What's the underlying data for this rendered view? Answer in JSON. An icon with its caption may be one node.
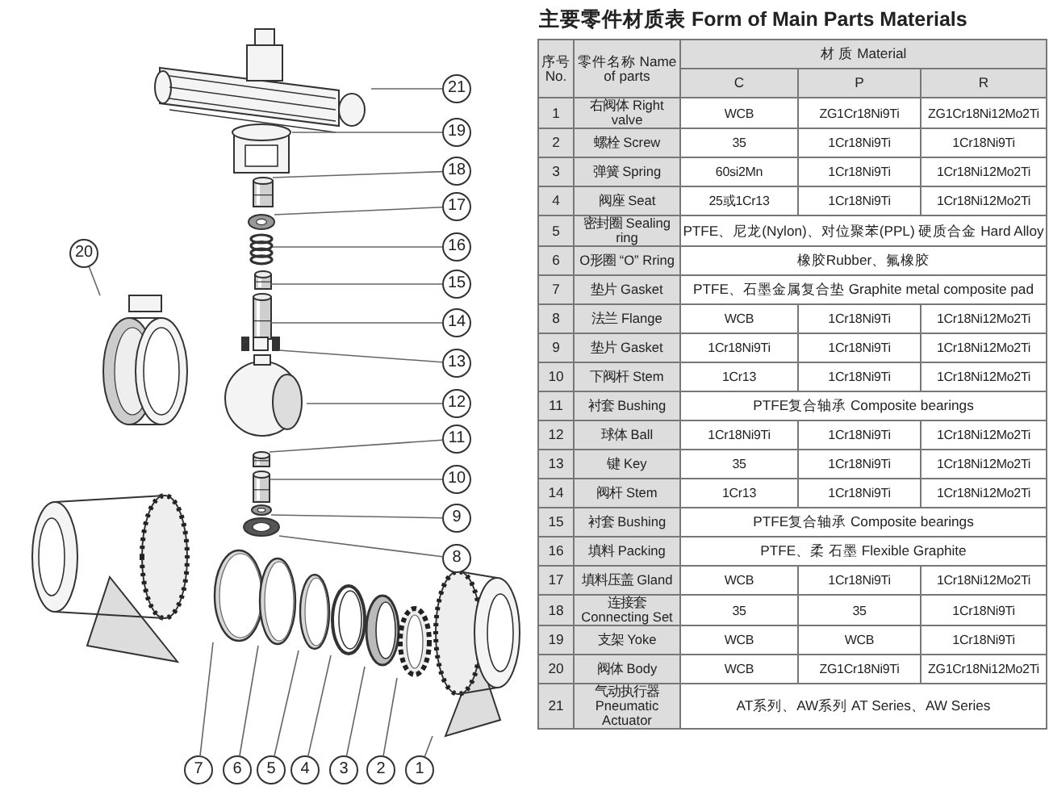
{
  "diagram": {
    "title": "主要零件材质表 Form of Main Parts Materials",
    "nodes": [
      {
        "text": [
          "21"
        ]
      },
      {
        "text": [
          "19"
        ]
      },
      {
        "text": [
          "18"
        ]
      },
      {
        "text": [
          "17"
        ]
      },
      {
        "text": [
          "16"
        ]
      },
      {
        "text": [
          "20"
        ]
      },
      {
        "text": [
          "15"
        ]
      },
      {
        "text": [
          "14"
        ]
      },
      {
        "text": [
          "13"
        ]
      },
      {
        "text": [
          "12"
        ]
      },
      {
        "text": [
          "11"
        ]
      },
      {
        "text": [
          "10"
        ]
      },
      {
        "text": [
          "9"
        ]
      },
      {
        "text": [
          "8"
        ]
      },
      {
        "text": [
          "7"
        ]
      },
      {
        "text": [
          "6"
        ]
      },
      {
        "text": [
          "5"
        ]
      },
      {
        "text": [
          "4"
        ]
      },
      {
        "text": [
          "3"
        ]
      },
      {
        "text": [
          "2"
        ]
      },
      {
        "text": [
          "1"
        ]
      },
      {
        "text": [],
        "shape": "picture"
      },
      {
        "text": [],
        "shape": "picture"
      },
      {
        "text": [],
        "shape": "picture"
      },
      {
        "text": [],
        "shape": "picture"
      },
      {
        "text": [],
        "shape": "picture"
      },
      {
        "text": [],
        "shape": "picture"
      },
      {
        "text": [],
        "shape": "picture"
      },
      {
        "text": [],
        "shape": "picture"
      },
      {
        "text": [],
        "shape": "picture"
      },
      {
        "text": [],
        "shape": "picture"
      },
      {
        "text": [],
        "shape": "picture"
      },
      {
        "text": [],
        "shape": "picture"
      },
      {
        "text": [],
        "shape": "picture"
      },
      {
        "text": [],
        "shape": "picture"
      },
      {
        "text": [],
        "shape": "picture"
      },
      {
        "text": [],
        "shape": "picture"
      },
      {
        "text": [],
        "shape": "picture"
      },
      {
        "text": [],
        "shape": "picture"
      },
      {
        "text": [],
        "shape": "picture"
      },
      {
        "text": [],
        "shape": "picture"
      },
      {
        "text": [],
        "shape": "picture"
      }
    ],
    "edges": [
      {
        "from": 0,
        "to": 21,
        "arrow": "none"
      },
      {
        "from": 1,
        "to": 22,
        "arrow": "none"
      },
      {
        "from": 2,
        "to": 23,
        "arrow": "none"
      },
      {
        "from": 3,
        "to": 24,
        "arrow": "none"
      },
      {
        "from": 4,
        "to": 25,
        "arrow": "none"
      },
      {
        "from": 5,
        "to": 26,
        "arrow": "none"
      },
      {
        "from": 6,
        "to": 27,
        "arrow": "none"
      },
      {
        "from": 7,
        "to": 28,
        "arrow": "none"
      },
      {
        "from": 8,
        "to": 29,
        "arrow": "none"
      },
      {
        "from": 9,
        "to": 30,
        "arrow": "none"
      },
      {
        "from": 10,
        "to": 31,
        "arrow": "none"
      },
      {
        "from": 11,
        "to": 32,
        "arrow": "none"
      },
      {
        "from": 12,
        "to": 33,
        "arrow": "none"
      },
      {
        "from": 13,
        "to": 34,
        "arrow": "none"
      },
      {
        "from": 14,
        "to": 35,
        "arrow": "none"
      },
      {
        "from": 15,
        "to": 36,
        "arrow": "none"
      },
      {
        "from": 16,
        "to": 37,
        "arrow": "none"
      },
      {
        "from": 17,
        "to": 38,
        "arrow": "none"
      },
      {
        "from": 18,
        "to": 39,
        "arrow": "none"
      },
      {
        "from": 19,
        "to": 40,
        "arrow": "none"
      },
      {
        "from": 20,
        "to": 41,
        "arrow": "none"
      }
    ],
    "labels": [
      "序号 No.",
      "零件名称 Name of parts",
      "材 质 Material",
      "C",
      "P",
      "R",
      "1",
      "右阀体 Right valve",
      "WCB",
      "ZG1Cr18Ni9Ti",
      "ZG1Cr18Ni12Mo2Ti",
      "2",
      "螺栓 Screw",
      "35",
      "1Cr18Ni9Ti",
      "1Cr18Ni9Ti",
      "3",
      "弹簧 Spring",
      "60si2Mn",
      "1Cr18Ni9Ti",
      "1Cr18Ni12Mo2Ti",
      "4",
      "阀座 Seat",
      "25或1Cr13",
      "1Cr18Ni9Ti",
      "1Cr18Ni12Mo2Ti",
      "5",
      "密封圈 Sealing ring",
      "PTFE、尼龙(Nylon)、对位聚苯(PPL) 硬质合金 Hard Alloy",
      "6",
      "O形圈 “O” Rring",
      "橡胶Rubber、氟橡胶",
      "7",
      "垫片 Gasket",
      "PTFE、石墨金属复合垫 Graphite metal composite pad",
      "8",
      "法兰 Flange",
      "WCB",
      "1Cr18Ni9Ti",
      "1Cr18Ni12Mo2Ti",
      "9",
      "垫片 Gasket",
      "1Cr18Ni9Ti",
      "1Cr18Ni9Ti",
      "1Cr18Ni12Mo2Ti",
      "10",
      "下阀杆 Stem",
      "1Cr13",
      "1Cr18Ni9Ti",
      "1Cr18Ni12Mo2Ti",
      "11",
      "衬套 Bushing",
      "PTFE复合轴承 Composite bearings",
      "12",
      "球体 Ball",
      "1Cr18Ni9Ti",
      "1Cr18Ni9Ti",
      "1Cr18Ni12Mo2Ti",
      "13",
      "键 Key",
      "35",
      "1Cr18Ni9Ti",
      "1Cr18Ni12Mo2Ti",
      "14",
      "阀杆 Stem",
      "1Cr13",
      "1Cr18Ni9Ti",
      "1Cr18Ni12Mo2Ti",
      "15",
      "衬套 Bushing",
      "PTFE复合轴承 Composite bearings",
      "16",
      "填料 Packing",
      "PTFE、柔 石墨 Flexible Graphite",
      "17",
      "填料压盖 Gland",
      "WCB",
      "1Cr18Ni9Ti",
      "1Cr18Ni12Mo2Ti",
      "18",
      "连接套 Connecting Set",
      "35",
      "35",
      "1Cr18Ni9Ti",
      "19",
      "支架 Yoke",
      "WCB",
      "WCB",
      "1Cr18Ni9Ti",
      "20",
      "阀体 Body",
      "WCB",
      "ZG1Cr18Ni9Ti",
      "ZG1Cr18Ni12Mo2Ti",
      "21",
      "气动执行器 Pneumatic Actuator",
      "AT系列、AW系列 AT Series、AW Series"
    ]
  }
}
